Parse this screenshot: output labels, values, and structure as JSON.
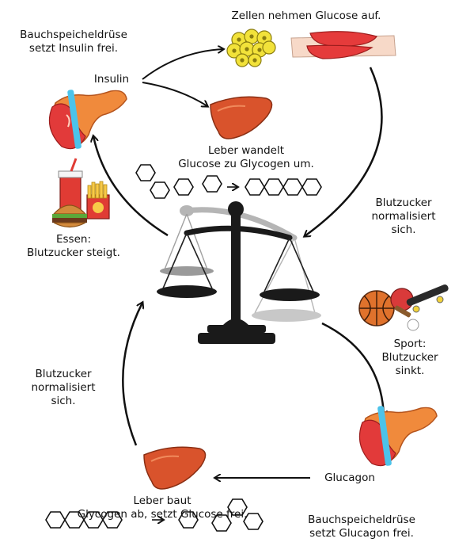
{
  "labels": {
    "pancreas_insulin": "Bauchspeicheldrüse\nsetzt Insulin frei.",
    "insulin": "Insulin",
    "cells_take_glucose": "Zellen nehmen Glucose auf.",
    "liver_converts": "Leber wandelt\nGlucose zu Glycogen um.",
    "eating": "Essen:\nBlutzucker steigt.",
    "normalizes_right": "Blutzucker\nnormalisiert\nsich.",
    "sport": "Sport:\nBlutzucker\nsinkt.",
    "normalizes_left": "Blutzucker\nnormalisiert\nsich.",
    "glucagon": "Glucagon",
    "liver_breaks_down": "Leber baut\nGlycogen ab, setzt Glucose frei.",
    "pancreas_glucagon": "Bauchspeicheldrüse\nsetzt Glucagon frei."
  },
  "colors": {
    "liver": "#d9532c",
    "pancreas": "#f08a3c",
    "pancreas_red": "#e23a3a",
    "blue_marker": "#4cc3ea",
    "fat_cells": "#f2e23a",
    "muscle": "#e53b3b",
    "scale_dark": "#1a1a1a",
    "scale_gray": "#9a9a9a"
  }
}
